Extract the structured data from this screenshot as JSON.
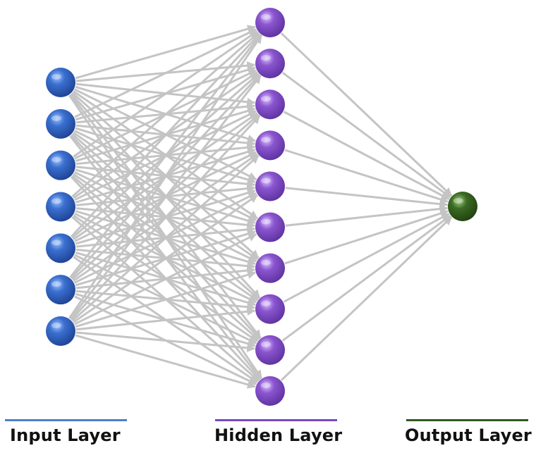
{
  "layers": [
    {
      "id": "input",
      "label": "Input Layer",
      "nodes": 7,
      "color": "#3a6fcf",
      "color_light": "#9cc0ff",
      "color_dark": "#1c3f8f",
      "line_color": "#4f7fc8"
    },
    {
      "id": "hidden",
      "label": "Hidden Layer",
      "nodes": 10,
      "color": "#8a55cf",
      "color_light": "#dcc4ff",
      "color_dark": "#5b2f9c",
      "line_color": "#7a48c0"
    },
    {
      "id": "output",
      "label": "Output Layer",
      "nodes": 1,
      "color": "#3b6b22",
      "color_light": "#a3cf85",
      "color_dark": "#1f3d10",
      "line_color": "#2f5a1e"
    }
  ],
  "edge_color": "#c4c4c4",
  "connectivity": "fully-connected"
}
